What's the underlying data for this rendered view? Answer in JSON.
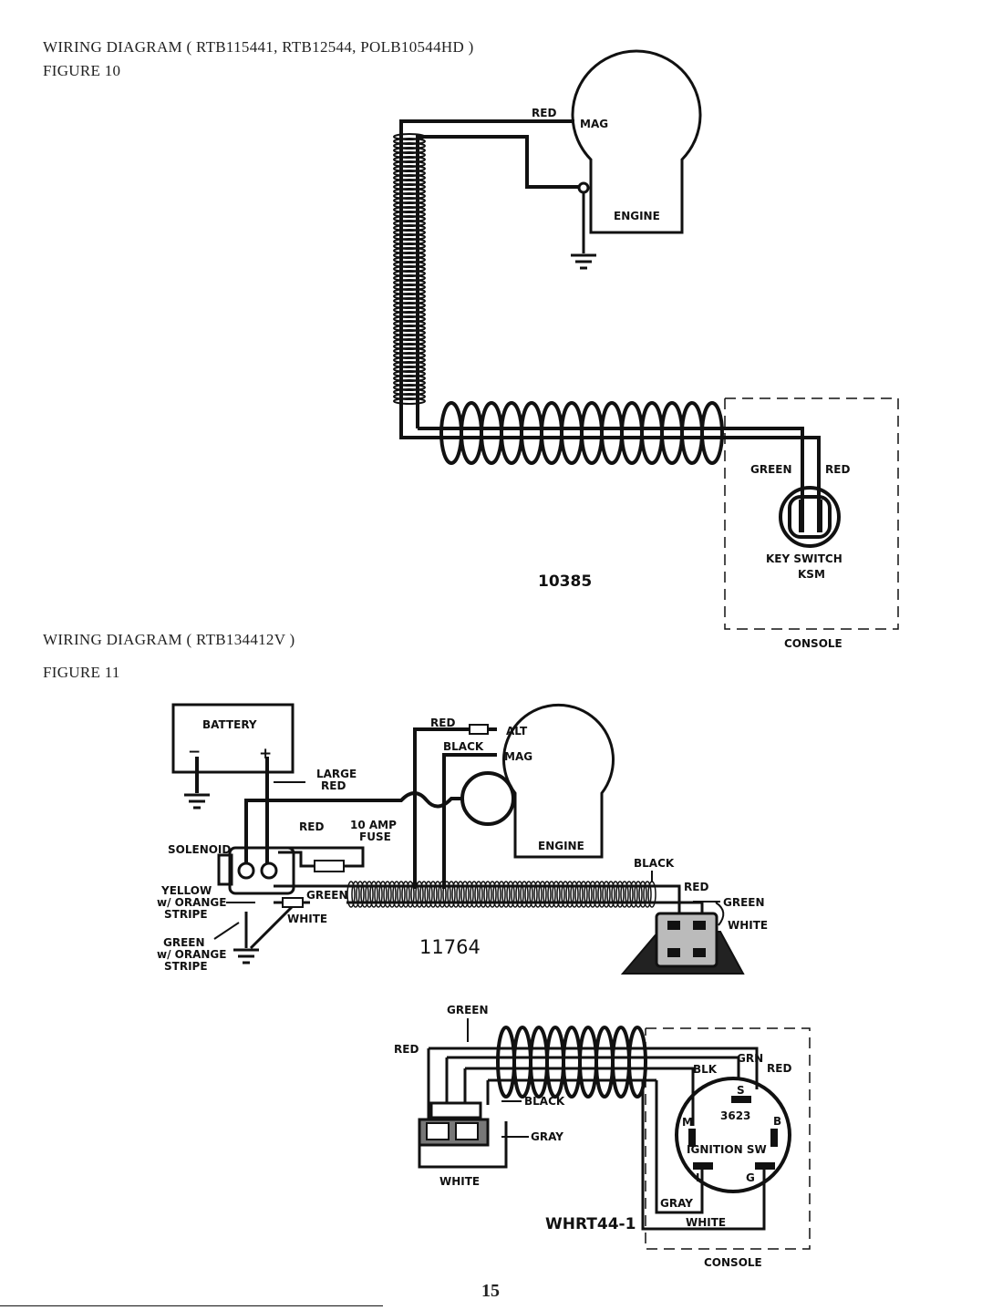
{
  "figure10": {
    "title": "WIRING DIAGRAM ( RTB115441, RTB12544,  POLB10544HD )",
    "figure": "FIGURE 10",
    "labels": {
      "red": "RED",
      "mag": "MAG",
      "engine": "ENGINE",
      "green": "GREEN",
      "red2": "RED",
      "key_switch": "KEY SWITCH",
      "ksm": "KSM",
      "part_number": "10385",
      "console": "CONSOLE"
    }
  },
  "figure11": {
    "title": "WIRING DIAGRAM ( RTB134412V )",
    "figure": "FIGURE 11",
    "labels": {
      "battery": "BATTERY",
      "minus": "−",
      "plus": "+",
      "large": "LARGE",
      "large_red": "RED",
      "red_top": "RED",
      "alt": "ALT",
      "black_top": "BLACK",
      "mag": "MAG",
      "engine": "ENGINE",
      "red_fuse": "RED",
      "ten_amp": "10 AMP",
      "fuse": "FUSE",
      "solenoid": "SOLENOID",
      "yellow": "YELLOW",
      "w_orange_1": "w/ ORANGE",
      "stripe_1": "STRIPE",
      "green_mid": "GREEN",
      "white_mid": "WHITE",
      "green_stripe": "GREEN",
      "w_orange_2": "w/ ORANGE",
      "stripe_2": "STRIPE",
      "part_number": "11764",
      "black_right": "BLACK",
      "red_right": "RED",
      "green_right": "GREEN",
      "white_right": "WHITE"
    }
  },
  "whrt": {
    "labels": {
      "green": "GREEN",
      "red": "RED",
      "black": "BLACK",
      "gray": "GRAY",
      "white": "WHITE",
      "part_number": "WHRT44-1",
      "blk": "BLK",
      "grn": "GRN",
      "red_r": "RED",
      "s": "S",
      "model": "3623",
      "m": "M",
      "b": "B",
      "ignition": "IGNITION  SW",
      "l": "L",
      "g": "G",
      "gray_sw": "GRAY",
      "white_sw": "WHITE",
      "console": "CONSOLE"
    }
  },
  "page_number": "15"
}
